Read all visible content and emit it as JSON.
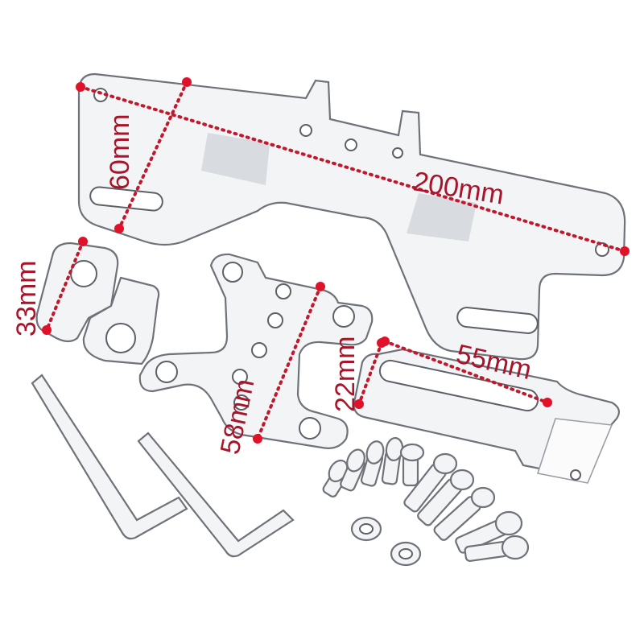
{
  "dimensions": {
    "main_width": "200mm",
    "main_height": "60mm",
    "small_height": "33mm",
    "center_height": "58mm",
    "slot_width": "55mm",
    "slot_height": "22mm"
  },
  "colors": {
    "dimension_red": "#c2182d",
    "dot_red": "#e2112a",
    "metal": "#f3f4f6",
    "outline": "#6f7379"
  }
}
